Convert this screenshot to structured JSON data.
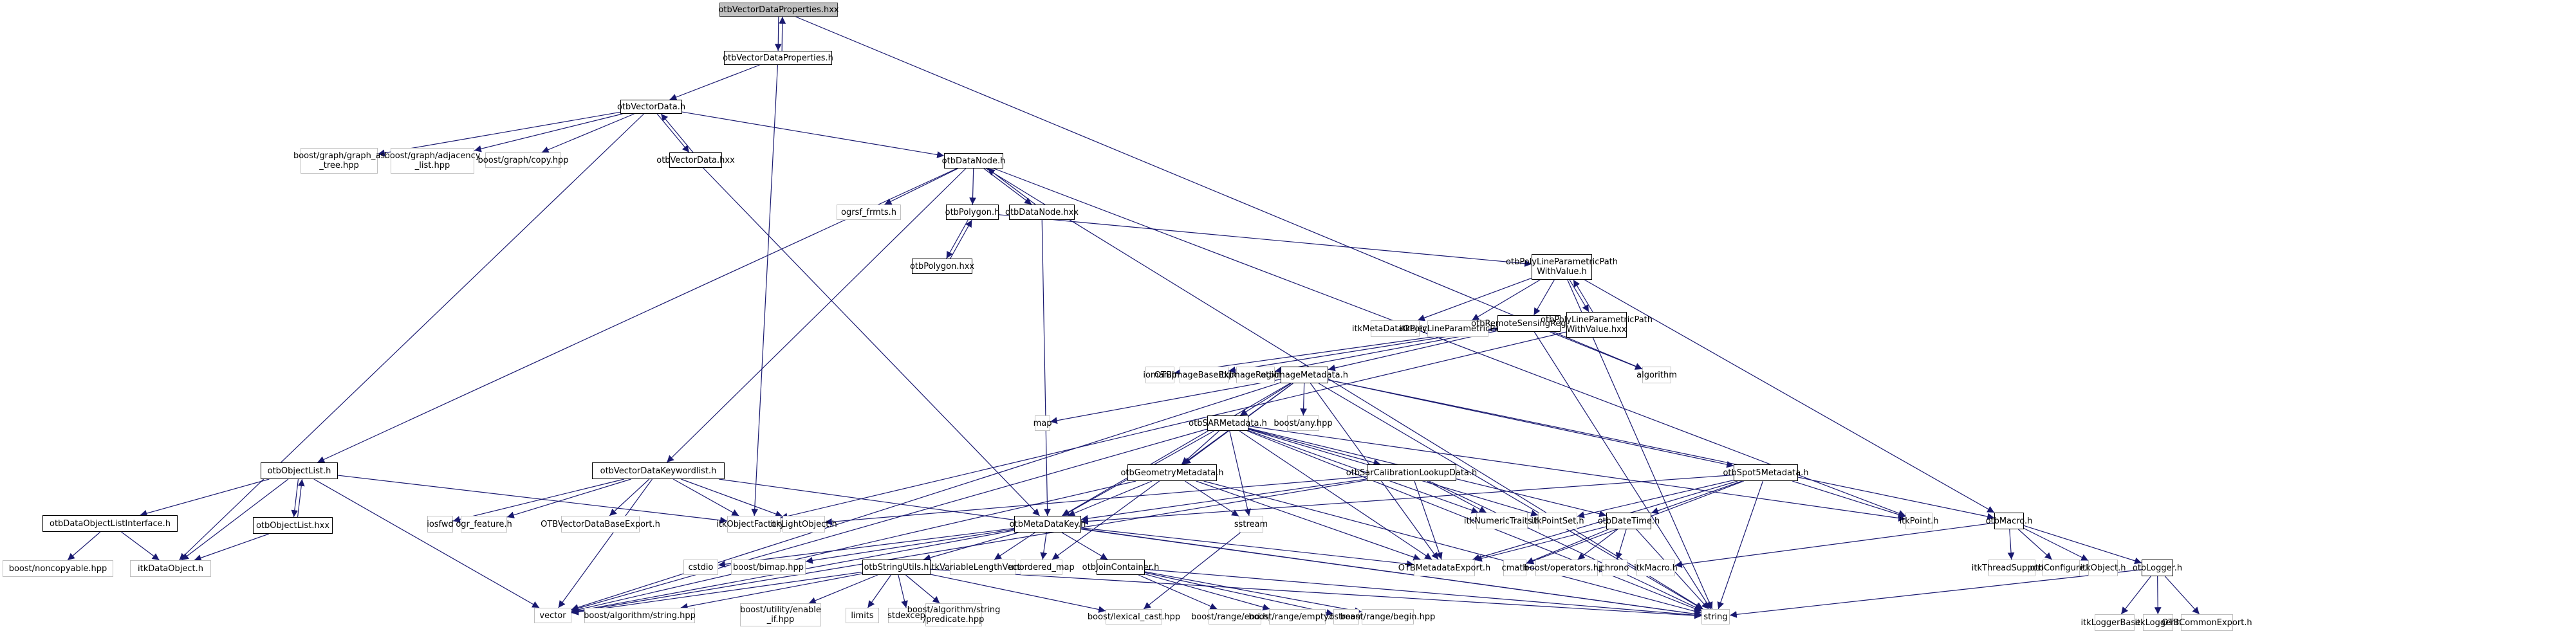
{
  "diagram": {
    "type": "include-dependency-graph",
    "root": "otbVectorDataProperties.hxx",
    "colors": {
      "edge": "#191970",
      "root_fill": "#bfbfbf",
      "internal_border": "#000000",
      "external_border": "#bfbfbf"
    },
    "nodes": [
      {
        "id": "n0",
        "label": "otbVectorDataProperties.hxx",
        "kind": "root"
      },
      {
        "id": "n1",
        "label": "otbVectorDataProperties.h",
        "kind": "internal"
      },
      {
        "id": "n2",
        "label": "otbVectorData.h",
        "kind": "internal"
      },
      {
        "id": "n3",
        "label": "boost/graph/graph_as\n_tree.hpp",
        "kind": "external"
      },
      {
        "id": "n4",
        "label": "boost/graph/adjacency\n_list.hpp",
        "kind": "external"
      },
      {
        "id": "n5",
        "label": "boost/graph/copy.hpp",
        "kind": "external"
      },
      {
        "id": "n6",
        "label": "otbVectorData.hxx",
        "kind": "internal"
      },
      {
        "id": "n7",
        "label": "otbDataNode.h",
        "kind": "internal"
      },
      {
        "id": "n8",
        "label": "ogrsf_frmts.h",
        "kind": "external"
      },
      {
        "id": "n9",
        "label": "otbPolygon.h",
        "kind": "internal"
      },
      {
        "id": "n10",
        "label": "otbDataNode.hxx",
        "kind": "internal"
      },
      {
        "id": "n11",
        "label": "otbPolygon.hxx",
        "kind": "internal"
      },
      {
        "id": "n12",
        "label": "otbPolyLineParametricPath\nWithValue.h",
        "kind": "internal"
      },
      {
        "id": "n13",
        "label": "itkMetaDataObject.h",
        "kind": "external"
      },
      {
        "id": "n14",
        "label": "itkPolyLineParametricPath.h",
        "kind": "external"
      },
      {
        "id": "n15",
        "label": "otbRemoteSensingRegion.h",
        "kind": "internal"
      },
      {
        "id": "n16",
        "label": "otbPolyLineParametricPath\nWithValue.hxx",
        "kind": "internal"
      },
      {
        "id": "n17",
        "label": "iomanip",
        "kind": "external"
      },
      {
        "id": "n18",
        "label": "OTBImageBaseExport.h",
        "kind": "external"
      },
      {
        "id": "n19",
        "label": "itkImageRegion.h",
        "kind": "external"
      },
      {
        "id": "n20",
        "label": "otbImageMetadata.h",
        "kind": "internal"
      },
      {
        "id": "n21",
        "label": "algorithm",
        "kind": "external"
      },
      {
        "id": "n22",
        "label": "map",
        "kind": "external"
      },
      {
        "id": "n23",
        "label": "otbSARMetadata.h",
        "kind": "internal"
      },
      {
        "id": "n24",
        "label": "boost/any.hpp",
        "kind": "external"
      },
      {
        "id": "n25",
        "label": "otbObjectList.h",
        "kind": "internal"
      },
      {
        "id": "n26",
        "label": "otbVectorDataKeywordlist.h",
        "kind": "internal"
      },
      {
        "id": "n27",
        "label": "otbGeometryMetadata.h",
        "kind": "internal"
      },
      {
        "id": "n28",
        "label": "otbSarCalibrationLookupData.h",
        "kind": "internal"
      },
      {
        "id": "n29",
        "label": "otbSpot5Metadata.h",
        "kind": "internal"
      },
      {
        "id": "n30",
        "label": "otbDataObjectListInterface.h",
        "kind": "internal"
      },
      {
        "id": "n31",
        "label": "otbObjectList.hxx",
        "kind": "internal"
      },
      {
        "id": "n32",
        "label": "iosfwd",
        "kind": "external"
      },
      {
        "id": "n33",
        "label": "ogr_feature.h",
        "kind": "external"
      },
      {
        "id": "n34",
        "label": "OTBVectorDataBaseExport.h",
        "kind": "external"
      },
      {
        "id": "n35",
        "label": "itkObjectFactory.h",
        "kind": "external"
      },
      {
        "id": "n36",
        "label": "itkLightObject.h",
        "kind": "external"
      },
      {
        "id": "n37",
        "label": "otbMetaDataKey.h",
        "kind": "internal"
      },
      {
        "id": "n38",
        "label": "sstream",
        "kind": "external"
      },
      {
        "id": "n39",
        "label": "itkNumericTraits.h",
        "kind": "external"
      },
      {
        "id": "n40",
        "label": "itkPointSet.h",
        "kind": "external"
      },
      {
        "id": "n41",
        "label": "otbDateTime.h",
        "kind": "internal"
      },
      {
        "id": "n42",
        "label": "itkPoint.h",
        "kind": "external"
      },
      {
        "id": "n43",
        "label": "otbMacro.h",
        "kind": "internal"
      },
      {
        "id": "n44",
        "label": "boost/noncopyable.hpp",
        "kind": "external"
      },
      {
        "id": "n45",
        "label": "itkDataObject.h",
        "kind": "external"
      },
      {
        "id": "n46",
        "label": "cstdio",
        "kind": "external"
      },
      {
        "id": "n47",
        "label": "boost/bimap.hpp",
        "kind": "external"
      },
      {
        "id": "n48",
        "label": "otbStringUtils.h",
        "kind": "internal"
      },
      {
        "id": "n49",
        "label": "itkVariableLengthVector.h",
        "kind": "external"
      },
      {
        "id": "n50",
        "label": "unordered_map",
        "kind": "external"
      },
      {
        "id": "n51",
        "label": "otbJoinContainer.h",
        "kind": "internal"
      },
      {
        "id": "n52",
        "label": "OTBMetadataExport.h",
        "kind": "external"
      },
      {
        "id": "n53",
        "label": "cmath",
        "kind": "external"
      },
      {
        "id": "n54",
        "label": "boost/operators.hpp",
        "kind": "external"
      },
      {
        "id": "n55",
        "label": "chrono",
        "kind": "external"
      },
      {
        "id": "n56",
        "label": "itkMacro.h",
        "kind": "external"
      },
      {
        "id": "n57",
        "label": "itkThreadSupport.h",
        "kind": "external"
      },
      {
        "id": "n58",
        "label": "otbConfigure.h",
        "kind": "external"
      },
      {
        "id": "n59",
        "label": "itkObject.h",
        "kind": "external"
      },
      {
        "id": "n60",
        "label": "otbLogger.h",
        "kind": "internal"
      },
      {
        "id": "n61",
        "label": "vector",
        "kind": "external"
      },
      {
        "id": "n62",
        "label": "boost/algorithm/string.hpp",
        "kind": "external"
      },
      {
        "id": "n63",
        "label": "boost/utility/enable\n_if.hpp",
        "kind": "external"
      },
      {
        "id": "n64",
        "label": "limits",
        "kind": "external"
      },
      {
        "id": "n65",
        "label": "stdexcept",
        "kind": "external"
      },
      {
        "id": "n66",
        "label": "boost/algorithm/string\n/predicate.hpp",
        "kind": "external"
      },
      {
        "id": "n67",
        "label": "boost/lexical_cast.hpp",
        "kind": "external"
      },
      {
        "id": "n68",
        "label": "boost/range/end.hpp",
        "kind": "external"
      },
      {
        "id": "n69",
        "label": "boost/range/empty.hpp",
        "kind": "external"
      },
      {
        "id": "n70",
        "label": "ostream",
        "kind": "external"
      },
      {
        "id": "n71",
        "label": "boost/range/begin.hpp",
        "kind": "external"
      },
      {
        "id": "n72",
        "label": "string",
        "kind": "external"
      },
      {
        "id": "n73",
        "label": "itkLoggerBase.h",
        "kind": "external"
      },
      {
        "id": "n74",
        "label": "itkLogger.h",
        "kind": "external"
      },
      {
        "id": "n75",
        "label": "OTBCommonExport.h",
        "kind": "external"
      }
    ],
    "edges": [
      [
        "n0",
        "n1"
      ],
      [
        "n1",
        "n0"
      ],
      [
        "n0",
        "n21"
      ],
      [
        "n1",
        "n2"
      ],
      [
        "n1",
        "n35"
      ],
      [
        "n2",
        "n3"
      ],
      [
        "n2",
        "n4"
      ],
      [
        "n2",
        "n5"
      ],
      [
        "n2",
        "n6"
      ],
      [
        "n6",
        "n2"
      ],
      [
        "n2",
        "n7"
      ],
      [
        "n2",
        "n45"
      ],
      [
        "n6",
        "n37"
      ],
      [
        "n7",
        "n8"
      ],
      [
        "n7",
        "n9"
      ],
      [
        "n7",
        "n10"
      ],
      [
        "n10",
        "n7"
      ],
      [
        "n7",
        "n25"
      ],
      [
        "n7",
        "n26"
      ],
      [
        "n7",
        "n42"
      ],
      [
        "n7",
        "n72"
      ],
      [
        "n9",
        "n11"
      ],
      [
        "n11",
        "n9"
      ],
      [
        "n9",
        "n12"
      ],
      [
        "n10",
        "n37"
      ],
      [
        "n12",
        "n13"
      ],
      [
        "n12",
        "n14"
      ],
      [
        "n12",
        "n15"
      ],
      [
        "n12",
        "n16"
      ],
      [
        "n16",
        "n12"
      ],
      [
        "n12",
        "n43"
      ],
      [
        "n12",
        "n72"
      ],
      [
        "n16",
        "n35"
      ],
      [
        "n15",
        "n17"
      ],
      [
        "n15",
        "n18"
      ],
      [
        "n15",
        "n19"
      ],
      [
        "n15",
        "n20"
      ],
      [
        "n15",
        "n21"
      ],
      [
        "n15",
        "n72"
      ],
      [
        "n20",
        "n22"
      ],
      [
        "n20",
        "n23"
      ],
      [
        "n20",
        "n24"
      ],
      [
        "n20",
        "n27"
      ],
      [
        "n20",
        "n29"
      ],
      [
        "n20",
        "n37"
      ],
      [
        "n20",
        "n52"
      ],
      [
        "n20",
        "n61"
      ],
      [
        "n20",
        "n50"
      ],
      [
        "n20",
        "n43"
      ],
      [
        "n20",
        "n72"
      ],
      [
        "n23",
        "n27"
      ],
      [
        "n23",
        "n28"
      ],
      [
        "n23",
        "n37"
      ],
      [
        "n23",
        "n38"
      ],
      [
        "n23",
        "n39"
      ],
      [
        "n23",
        "n40"
      ],
      [
        "n23",
        "n41"
      ],
      [
        "n23",
        "n42"
      ],
      [
        "n23",
        "n52"
      ],
      [
        "n23",
        "n61"
      ],
      [
        "n23",
        "n72"
      ],
      [
        "n25",
        "n30"
      ],
      [
        "n25",
        "n31"
      ],
      [
        "n31",
        "n25"
      ],
      [
        "n25",
        "n35"
      ],
      [
        "n25",
        "n45"
      ],
      [
        "n25",
        "n61"
      ],
      [
        "n26",
        "n32"
      ],
      [
        "n26",
        "n33"
      ],
      [
        "n26",
        "n34"
      ],
      [
        "n26",
        "n35"
      ],
      [
        "n26",
        "n36"
      ],
      [
        "n26",
        "n61"
      ],
      [
        "n26",
        "n72"
      ],
      [
        "n27",
        "n37"
      ],
      [
        "n27",
        "n38"
      ],
      [
        "n27",
        "n52"
      ],
      [
        "n27",
        "n61"
      ],
      [
        "n27",
        "n72"
      ],
      [
        "n28",
        "n36"
      ],
      [
        "n28",
        "n37"
      ],
      [
        "n28",
        "n39"
      ],
      [
        "n28",
        "n52"
      ],
      [
        "n28",
        "n61"
      ],
      [
        "n28",
        "n72"
      ],
      [
        "n29",
        "n37"
      ],
      [
        "n29",
        "n40"
      ],
      [
        "n29",
        "n41"
      ],
      [
        "n29",
        "n42"
      ],
      [
        "n29",
        "n52"
      ],
      [
        "n29",
        "n53"
      ],
      [
        "n29",
        "n72"
      ],
      [
        "n30",
        "n44"
      ],
      [
        "n30",
        "n45"
      ],
      [
        "n31",
        "n45"
      ],
      [
        "n37",
        "n46"
      ],
      [
        "n37",
        "n47"
      ],
      [
        "n37",
        "n48"
      ],
      [
        "n37",
        "n49"
      ],
      [
        "n37",
        "n50"
      ],
      [
        "n37",
        "n51"
      ],
      [
        "n37",
        "n52"
      ],
      [
        "n37",
        "n61"
      ],
      [
        "n37",
        "n72"
      ],
      [
        "n41",
        "n52"
      ],
      [
        "n41",
        "n53"
      ],
      [
        "n41",
        "n54"
      ],
      [
        "n41",
        "n55"
      ],
      [
        "n41",
        "n72"
      ],
      [
        "n43",
        "n56"
      ],
      [
        "n43",
        "n57"
      ],
      [
        "n43",
        "n58"
      ],
      [
        "n43",
        "n59"
      ],
      [
        "n43",
        "n60"
      ],
      [
        "n48",
        "n61"
      ],
      [
        "n48",
        "n62"
      ],
      [
        "n48",
        "n63"
      ],
      [
        "n48",
        "n64"
      ],
      [
        "n48",
        "n65"
      ],
      [
        "n48",
        "n66"
      ],
      [
        "n48",
        "n67"
      ],
      [
        "n48",
        "n72"
      ],
      [
        "n51",
        "n68"
      ],
      [
        "n51",
        "n69"
      ],
      [
        "n51",
        "n70"
      ],
      [
        "n51",
        "n71"
      ],
      [
        "n51",
        "n72"
      ],
      [
        "n60",
        "n72"
      ],
      [
        "n60",
        "n73"
      ],
      [
        "n60",
        "n74"
      ],
      [
        "n60",
        "n75"
      ],
      [
        "n38",
        "n67"
      ]
    ]
  }
}
